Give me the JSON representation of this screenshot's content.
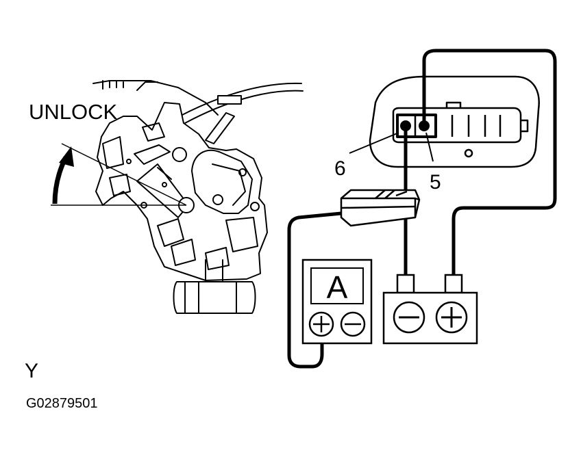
{
  "labels": {
    "unlock": "UNLOCK",
    "pin_6": "6",
    "pin_5": "5",
    "view": "Y",
    "figure_code": "G02879501"
  },
  "ammeter": {
    "letter": "A",
    "terminals": [
      "+",
      "−"
    ]
  },
  "battery": {
    "terminals": [
      "−",
      "+"
    ]
  },
  "icons": {
    "arrow": "curved-arrow-icon",
    "fuse": "fuse-icon",
    "meter": "ammeter-icon",
    "battery": "battery-icon",
    "connector": "connector-icon",
    "actuator": "door-lock-actuator-icon"
  }
}
